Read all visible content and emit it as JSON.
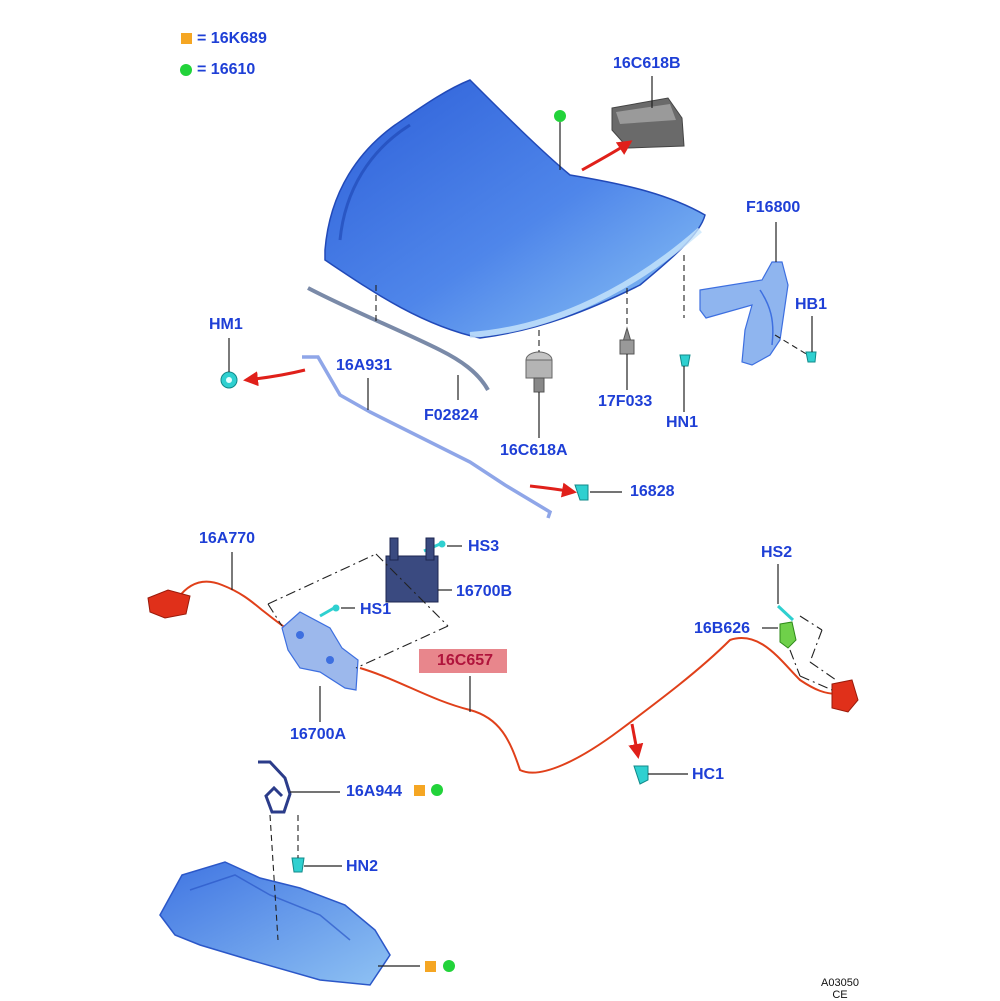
{
  "legend": [
    {
      "marker": "orange-square",
      "color": "#f5a623",
      "text": "= 16K689"
    },
    {
      "marker": "green-dot",
      "color": "#22d33a",
      "text": "= 16610"
    }
  ],
  "labels": {
    "16C618B": "16C618B",
    "F16800": "F16800",
    "HB1": "HB1",
    "HM1": "HM1",
    "16A931": "16A931",
    "F02824": "F02824",
    "16C618A": "16C618A",
    "17F033": "17F033",
    "HN1": "HN1",
    "16828": "16828",
    "16A770": "16A770",
    "HS3": "HS3",
    "16700B": "16700B",
    "HS1": "HS1",
    "16C657": "16C657",
    "16700A": "16700A",
    "HS2": "HS2",
    "16B626": "16B626",
    "HC1": "HC1",
    "16A944": "16A944",
    "HN2": "HN2"
  },
  "figure_code": {
    "line1": "A03050",
    "line2": "CE"
  },
  "colors": {
    "label_blue": "#1e3fd6",
    "part_blue": "#3d6fe0",
    "cable_red": "#e0401a",
    "fastener_cyan": "#2fd0d0",
    "highlight_pink": "#e8868c",
    "legend_orange": "#f5a623",
    "legend_green": "#22d33a"
  }
}
